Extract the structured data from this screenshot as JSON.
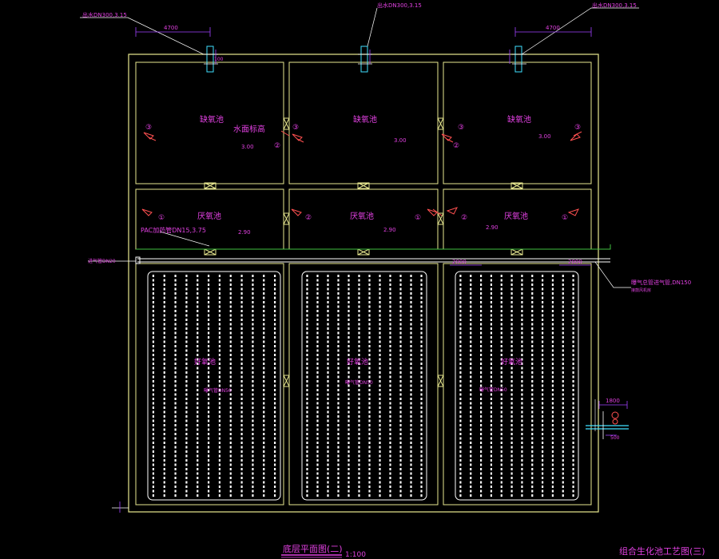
{
  "pipe_labels": {
    "outlet_left": "出水DN300,3.15",
    "outlet_mid": "出水DN300,3.15",
    "outlet_right": "出水DN300,3.15",
    "pac": "PAC加药管DN15,3.75",
    "air_main": "进气管DN20",
    "air_main_right": "曝气总管进气管,DN150",
    "air_main_right_sub": "接鼓风机房"
  },
  "dimensions": {
    "top_left": "4700",
    "top_right": "4700",
    "mid_left": "2000",
    "mid_right": "2000",
    "detail_top": "1800",
    "detail_bottom": "500",
    "top_offset": "100"
  },
  "tanks": {
    "anoxic_label": "缺氧池",
    "anoxic_level": "3.00",
    "water_level_note": "水面标高",
    "anaerobic_label": "厌氧池",
    "anaerobic_level": "2.90",
    "aerobic_label": "好氧池",
    "aerobic_pipe": "曝气管DN50"
  },
  "markers": {
    "c1": "①",
    "c2": "②",
    "c3": "③"
  },
  "title": {
    "main": "底层平面图(二)",
    "scale": "1:100",
    "sheet": "组合生化池工艺图(三)"
  },
  "colors": {
    "outline": "#e8e890",
    "text": "#e040e0",
    "aeration": "#ffffff",
    "pac_line": "#40c040"
  }
}
